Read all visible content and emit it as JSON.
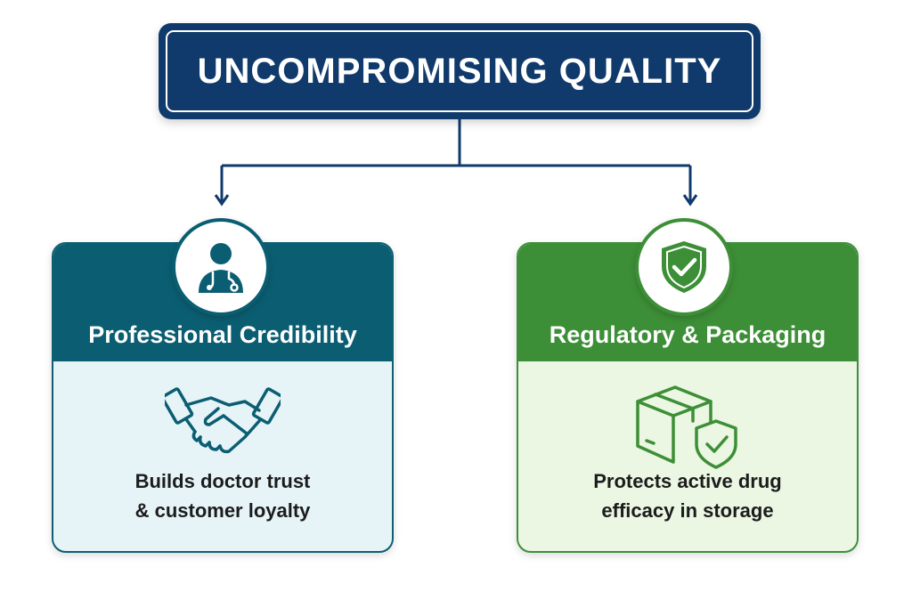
{
  "title": "UNCOMPROMISING QUALITY",
  "colors": {
    "navy": "#103a6b",
    "teal": "#0b5e72",
    "teal_light": "#e6f4f8",
    "green": "#3d8f37",
    "green_light": "#ebf6e3"
  },
  "cards": [
    {
      "title": "Professional Credibility",
      "header_icon": "doctor-icon",
      "body_icon": "handshake-icon",
      "description_lines": [
        "Builds doctor trust",
        "& customer loyalty"
      ]
    },
    {
      "title": "Regulatory & Packaging",
      "header_icon": "shield-check-icon",
      "body_icon": "box-shield-icon",
      "description_lines": [
        "Protects active drug",
        "efficacy in storage"
      ]
    }
  ]
}
